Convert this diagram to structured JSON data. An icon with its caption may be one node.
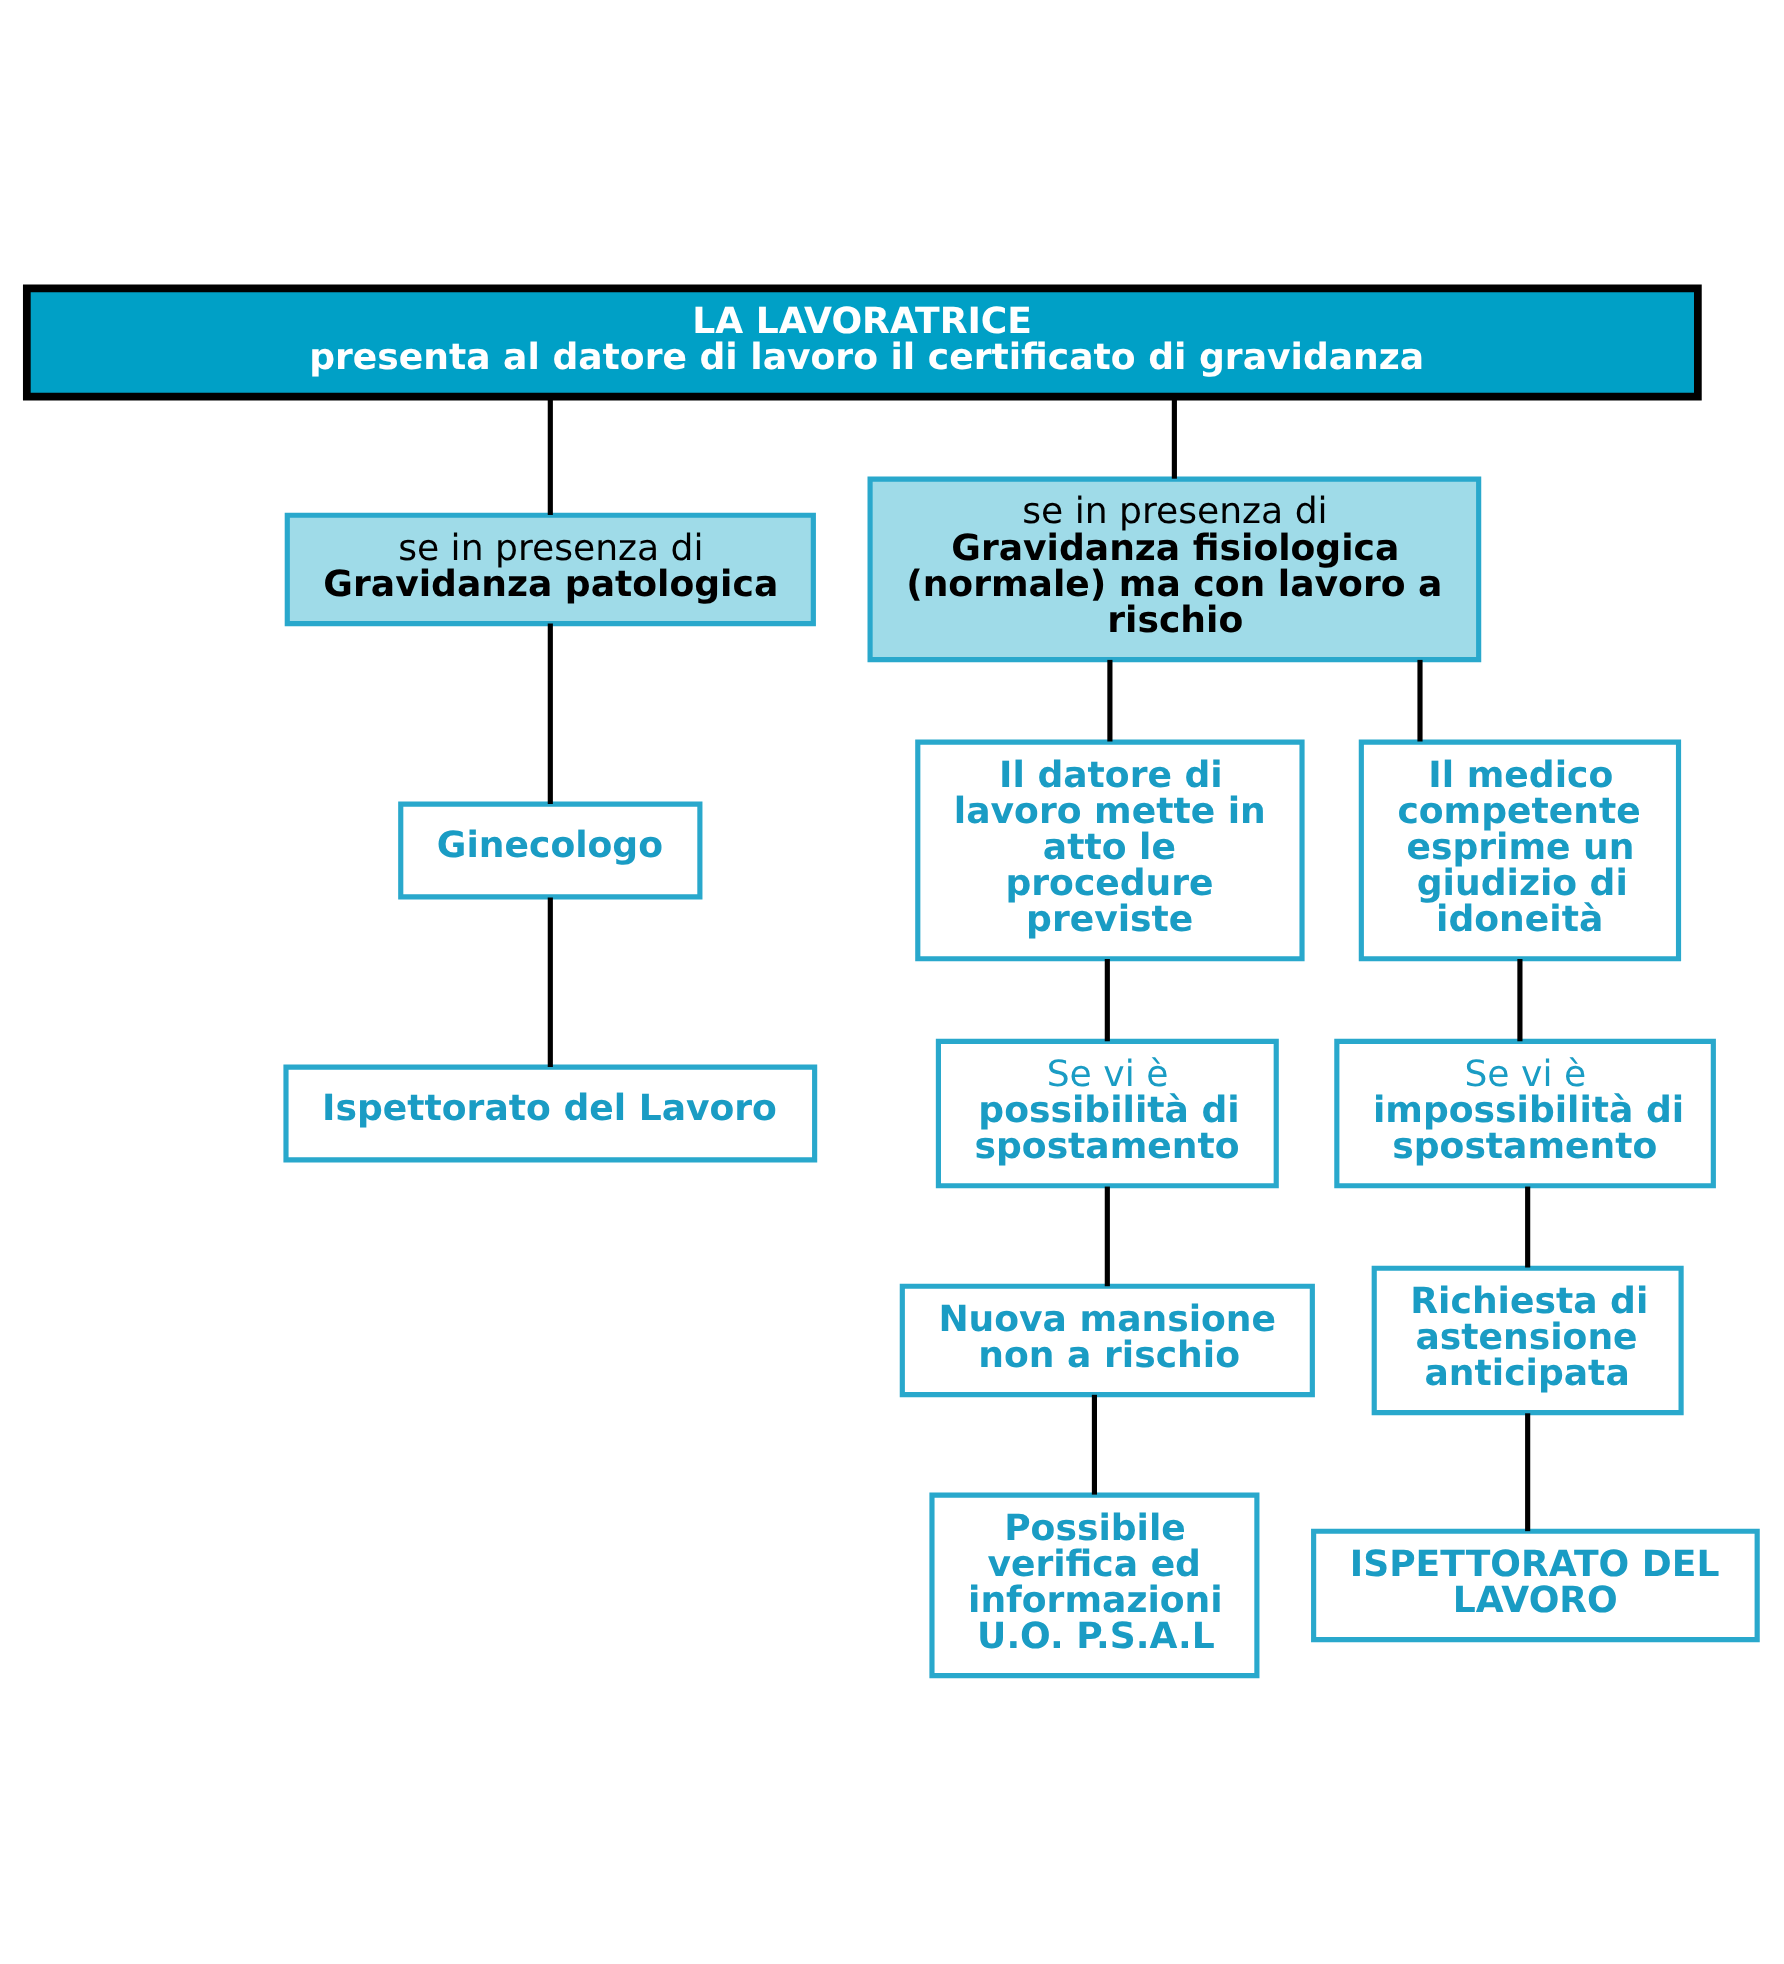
{
  "diagram": {
    "nodes": [
      {
        "text": [
          "LA LAVORATRICE",
          "presenta al datore di lavoro il certificato di gravidanza"
        ]
      },
      {
        "text": [
          "se in presenza di",
          "Gravidanza patologica"
        ]
      },
      {
        "text": [
          "se in presenza di",
          "Gravidanza fisiologica (normale) ma con lavoro a rischio"
        ]
      },
      {
        "text": [
          "Ginecologo"
        ]
      },
      {
        "text": [
          "Ispettorato del Lavoro"
        ]
      },
      {
        "text": [
          "Il datore di lavoro mette in atto le procedure previste"
        ]
      },
      {
        "text": [
          "Il medico competente esprime un giudizio di idoneità"
        ]
      },
      {
        "text": [
          "Se vi è",
          "possibilità di spostamento"
        ]
      },
      {
        "text": [
          "Se vi è",
          "impossibilità di spostamento"
        ]
      },
      {
        "text": [
          "Nuova mansione non a rischio"
        ]
      },
      {
        "text": [
          "Richiesta di astensione anticipata"
        ]
      },
      {
        "text": [
          "Possibile verifica ed informazioni U.O. P.S.A.L"
        ]
      },
      {
        "text": [
          "ISPETTORATO DEL LAVORO"
        ]
      }
    ],
    "edges": [
      {
        "from": 0,
        "to": 1,
        "arrow": "none"
      },
      {
        "from": 0,
        "to": 2,
        "arrow": "none"
      },
      {
        "from": 1,
        "to": 3,
        "arrow": "none"
      },
      {
        "from": 3,
        "to": 4,
        "arrow": "none"
      },
      {
        "from": 2,
        "to": 5,
        "arrow": "none"
      },
      {
        "from": 2,
        "to": 6,
        "arrow": "none"
      },
      {
        "from": 5,
        "to": 7,
        "arrow": "none"
      },
      {
        "from": 6,
        "to": 8,
        "arrow": "none"
      },
      {
        "from": 7,
        "to": 9,
        "arrow": "none"
      },
      {
        "from": 8,
        "to": 10,
        "arrow": "none"
      },
      {
        "from": 9,
        "to": 11,
        "arrow": "none"
      },
      {
        "from": 10,
        "to": 12,
        "arrow": "none"
      }
    ]
  }
}
